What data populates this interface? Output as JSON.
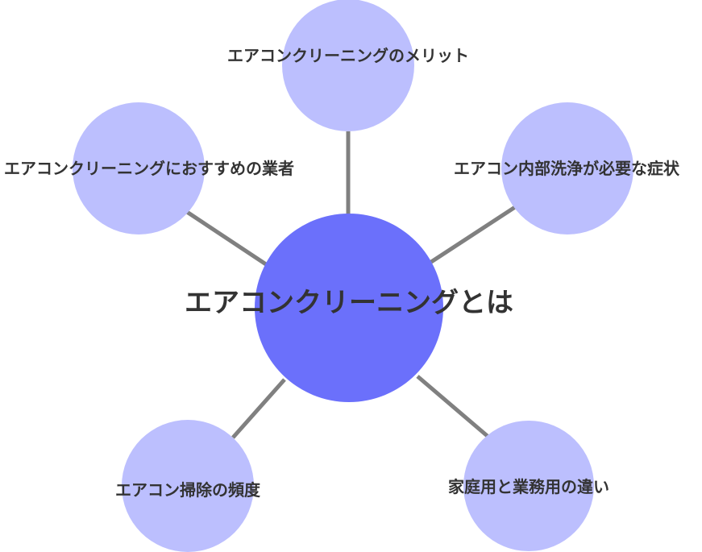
{
  "diagram": {
    "type": "mind-map",
    "colors": {
      "center": "#6b70fb",
      "branch": "#bcbffe",
      "connector": "#808080",
      "text": "#333333",
      "background": "#ffffff"
    },
    "center": {
      "label": "エアコンクリーニングとは"
    },
    "branches": [
      {
        "label": "エアコンクリーニングのメリット"
      },
      {
        "label": "エアコン内部洗浄が必要な症状"
      },
      {
        "label": "家庭用と業務用の違い"
      },
      {
        "label": "エアコン掃除の頻度"
      },
      {
        "label": "エアコンクリーニングにおすすめの業者"
      }
    ]
  }
}
